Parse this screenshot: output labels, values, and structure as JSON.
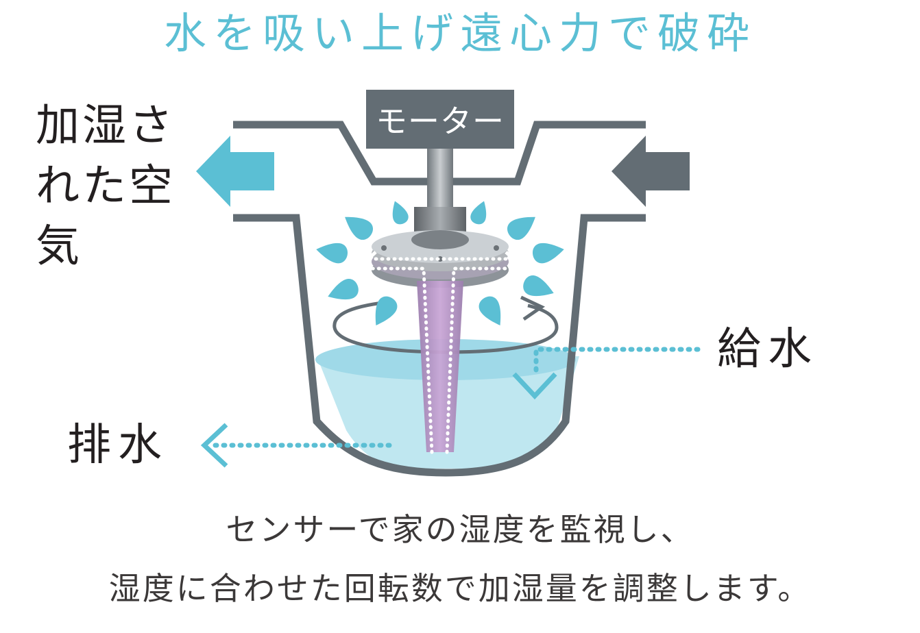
{
  "title": "水を吸い上げ遠心力で破砕",
  "labels": {
    "humidified_air": "加湿された空気",
    "motor": "モーター",
    "water_supply": "給水",
    "drainage": "排水"
  },
  "caption": {
    "line1": "センサーで家の湿度を監視し、",
    "line2": "湿度に合わせた回転数で加湿量を調整します。"
  },
  "colors": {
    "accent_blue": "#5bbfd4",
    "housing_gray": "#636d74",
    "water": "#bfe7f0",
    "water_top": "#9fd9e8",
    "shaft": "#b692c4",
    "text": "#231f20"
  },
  "icons": [
    "arrow-left-icon",
    "arrow-in-icon",
    "rotation-arrow-icon",
    "water-drop-icon",
    "chevron-down-icon",
    "chevron-left-icon"
  ]
}
